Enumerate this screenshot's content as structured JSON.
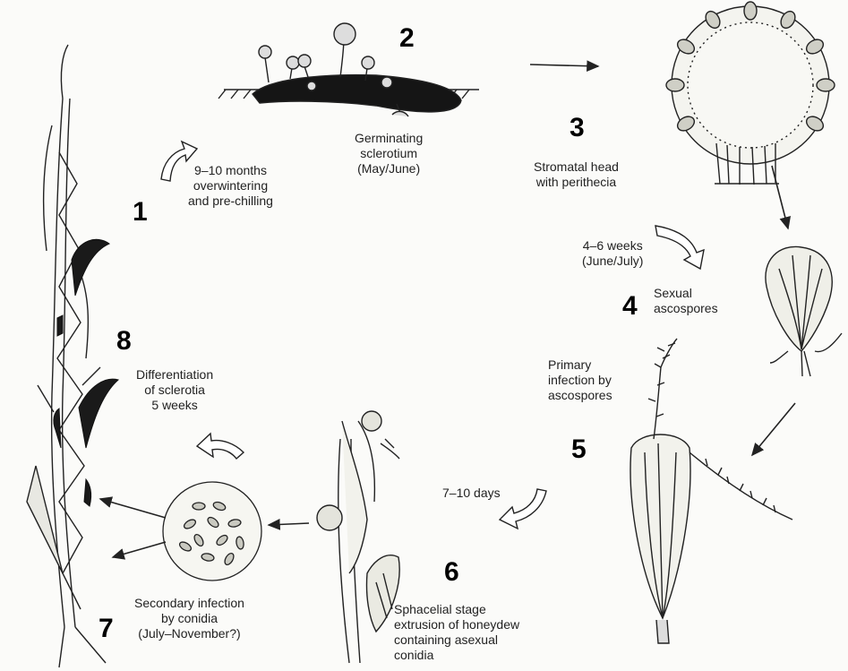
{
  "stages": [
    {
      "number": "1",
      "lines": [
        "9–10 months",
        "overwintering",
        "and pre-chilling"
      ]
    },
    {
      "number": "2",
      "lines": [
        "Germinating",
        "sclerotium",
        "(May/June)"
      ]
    },
    {
      "number": "3",
      "lines": [
        "Stromatal head",
        "with perithecia"
      ]
    },
    {
      "number": "4",
      "lines": [
        "Sexual",
        "ascospores"
      ]
    },
    {
      "number": "5",
      "lines": [
        "Primary",
        "infection by",
        "ascospores"
      ]
    },
    {
      "number": "6",
      "lines": [
        "Sphacelial stage",
        "extrusion of honeydew",
        "containing asexual",
        "conidia"
      ]
    },
    {
      "number": "7",
      "lines": [
        "Secondary infection",
        "by conidia",
        "(July–November?)"
      ]
    },
    {
      "number": "8",
      "lines": [
        "Differentiation",
        "of sclerotia",
        "5 weeks"
      ]
    }
  ],
  "time_labels": {
    "weeks_4_6": [
      "4–6 weeks",
      "(June/July)"
    ],
    "days_7_10": [
      "7–10 days"
    ]
  }
}
